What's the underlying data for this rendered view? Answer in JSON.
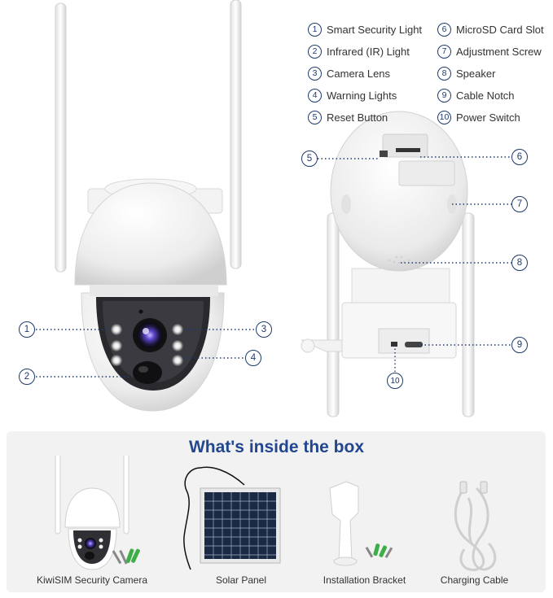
{
  "legend": [
    {
      "num": "1",
      "label": "Smart Security Light"
    },
    {
      "num": "2",
      "label": "Infrared (IR) Light"
    },
    {
      "num": "3",
      "label": "Camera Lens"
    },
    {
      "num": "4",
      "label": "Warning Lights"
    },
    {
      "num": "5",
      "label": "Reset Button"
    },
    {
      "num": "6",
      "label": "MicroSD Card Slot"
    },
    {
      "num": "7",
      "label": "Adjustment Screw"
    },
    {
      "num": "8",
      "label": "Speaker"
    },
    {
      "num": "9",
      "label": "Cable Notch"
    },
    {
      "num": "10",
      "label": "Power Switch"
    }
  ],
  "callouts": {
    "c1": "1",
    "c2": "2",
    "c3": "3",
    "c4": "4",
    "c5": "5",
    "c6": "6",
    "c7": "7",
    "c8": "8",
    "c9": "9",
    "c10": "10"
  },
  "box": {
    "title": "What's inside the box",
    "items": [
      {
        "caption": "KiwiSIM Security Camera"
      },
      {
        "caption": "Solar Panel"
      },
      {
        "caption": "Installation Bracket"
      },
      {
        "caption": "Charging Cable"
      }
    ]
  },
  "colors": {
    "accent": "#23478e",
    "callout_line": "#1e3a6d",
    "panel_bg": "#f2f2f2",
    "camera_white": "#f4f4f4"
  }
}
